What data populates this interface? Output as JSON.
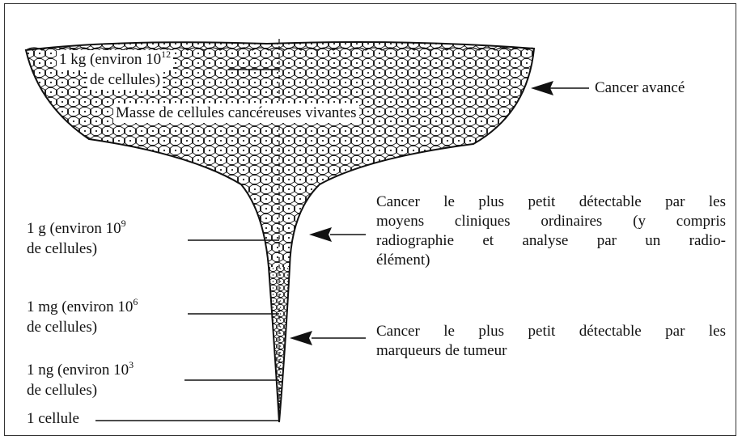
{
  "left_labels": {
    "kg": {
      "line1": "1 kg (environ 10",
      "exp": "12",
      "line2": "de cellules)"
    },
    "g": {
      "line1": "1 g (environ 10",
      "exp": "9",
      "line2": "de cellules)"
    },
    "mg": {
      "line1": "1 mg (environ 10",
      "exp": "6",
      "line2": "de cellules)"
    },
    "ng": {
      "line1": "1 ng (environ 10",
      "exp": "3",
      "line2": "de cellules)"
    },
    "cell": "1 cellule"
  },
  "mass_label": "Masse de cellules cancéreuses vivantes",
  "right_labels": {
    "advanced": "Cancer avancé",
    "clinical": [
      "Cancer le plus petit détectable par les",
      "moyens cliniques ordinaires (y compris",
      "radiographie et analyse par un radio-",
      "élément)"
    ],
    "marker": [
      "Cancer le plus petit détectable par les",
      "marqueurs de tumeur"
    ]
  },
  "colors": {
    "ink": "#111111",
    "cell_fill": "#ffffff",
    "frame": "#333333"
  }
}
